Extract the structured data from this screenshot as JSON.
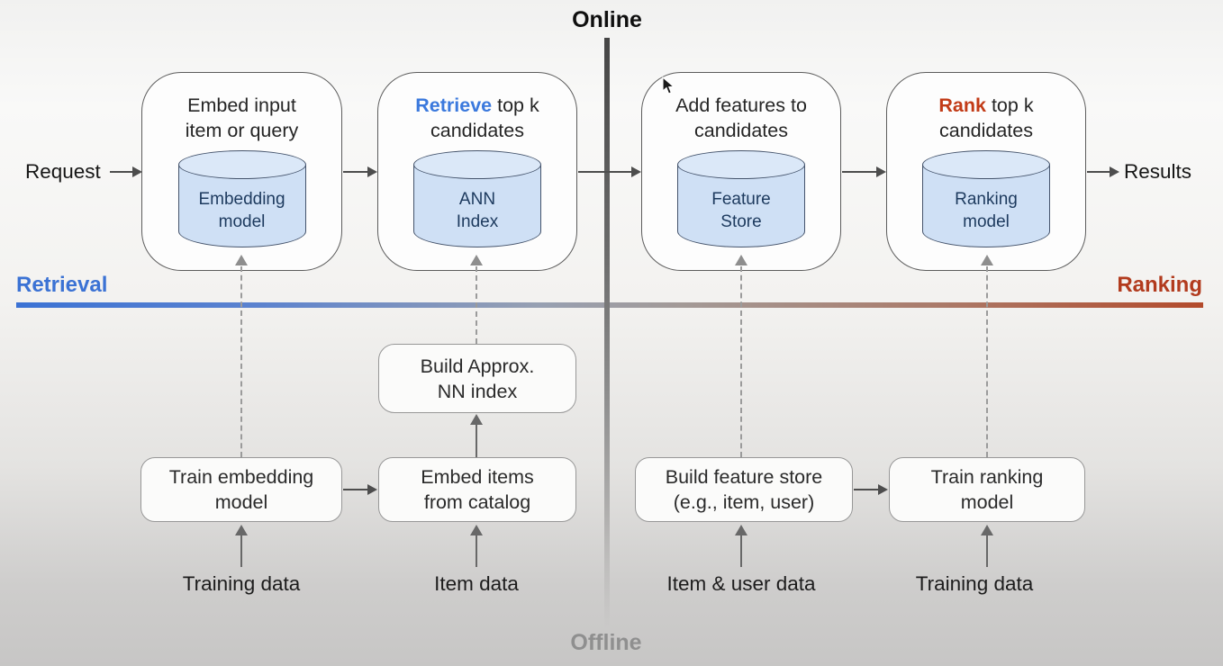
{
  "page": {
    "online_label": "Online",
    "offline_label": "Offline",
    "request_label": "Request",
    "results_label": "Results",
    "retrieval_label": "Retrieval",
    "ranking_label": "Ranking"
  },
  "colors": {
    "retrieval_accent": "#3b79dd",
    "ranking_accent": "#c23b17",
    "retrieval_line_start": "#3b72d4",
    "ranking_line_end": "#b34a2b",
    "cylinder_fill": "#cfe0f5",
    "cylinder_border": "#44536b",
    "cylinder_text": "#1d3a5e"
  },
  "online_boxes": [
    {
      "title_highlight": "",
      "title_rest": "Embed input\nitem or query",
      "store": "Embedding\nmodel"
    },
    {
      "title_highlight": "Retrieve",
      "title_rest": " top k\ncandidates",
      "store": "ANN\nIndex"
    },
    {
      "title_highlight": "",
      "title_rest": "Add features to\ncandidates",
      "store": "Feature\nStore"
    },
    {
      "title_highlight": "Rank",
      "title_rest": " top k\ncandidates",
      "store": "Ranking\nmodel"
    }
  ],
  "offline_boxes": {
    "build_ann_index": "Build Approx.\nNN index",
    "train_embedding": "Train embedding\nmodel",
    "embed_items": "Embed items\nfrom catalog",
    "build_feature_store": "Build feature store\n(e.g., item, user)",
    "train_ranking": "Train ranking\nmodel"
  },
  "data_inputs": {
    "training_data_left": "Training data",
    "item_data": "Item data",
    "item_user_data": "Item & user data",
    "training_data_right": "Training data"
  }
}
